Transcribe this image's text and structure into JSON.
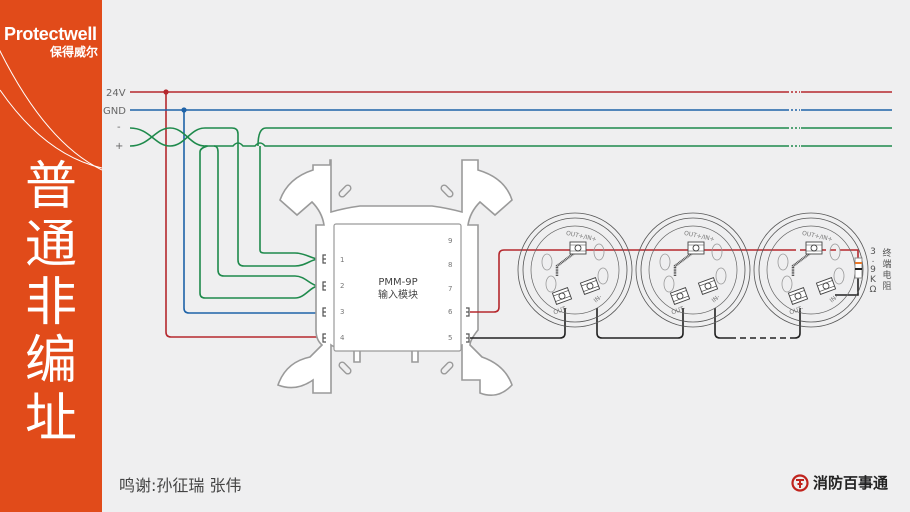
{
  "brand": {
    "name_en": "Protectwell",
    "name_cn": "保得威尔"
  },
  "title": {
    "chars": [
      "普",
      "通",
      "非",
      "编",
      "址"
    ]
  },
  "bus_labels": {
    "v24": "24V",
    "gnd": "GND",
    "minus": "-",
    "plus": "+"
  },
  "module": {
    "model": "PMM-9P",
    "name": "输入模块",
    "terminals_left": [
      "1",
      "2",
      "3",
      "4"
    ],
    "terminals_right": [
      "9",
      "8",
      "7",
      "6",
      "5"
    ]
  },
  "detector_base": {
    "terminal_top": "OUT+/IN+",
    "terminal_in": "IN-",
    "terminal_out": "OUT-",
    "count": 3
  },
  "eol_resistor": {
    "value_chars": [
      "3",
      ".",
      "9",
      "K",
      "Ω"
    ],
    "label_chars": [
      "终",
      "端",
      "电",
      "阻"
    ]
  },
  "credit": "鸣谢:孙征瑞  张伟",
  "footer_logo": "消防百事通",
  "colors": {
    "accent": "#e14b1a",
    "v24": "#b5282e",
    "gnd": "#1f63a8",
    "signal": "#1f8a4c",
    "return": "#222222",
    "outline": "#9a9a9a"
  }
}
